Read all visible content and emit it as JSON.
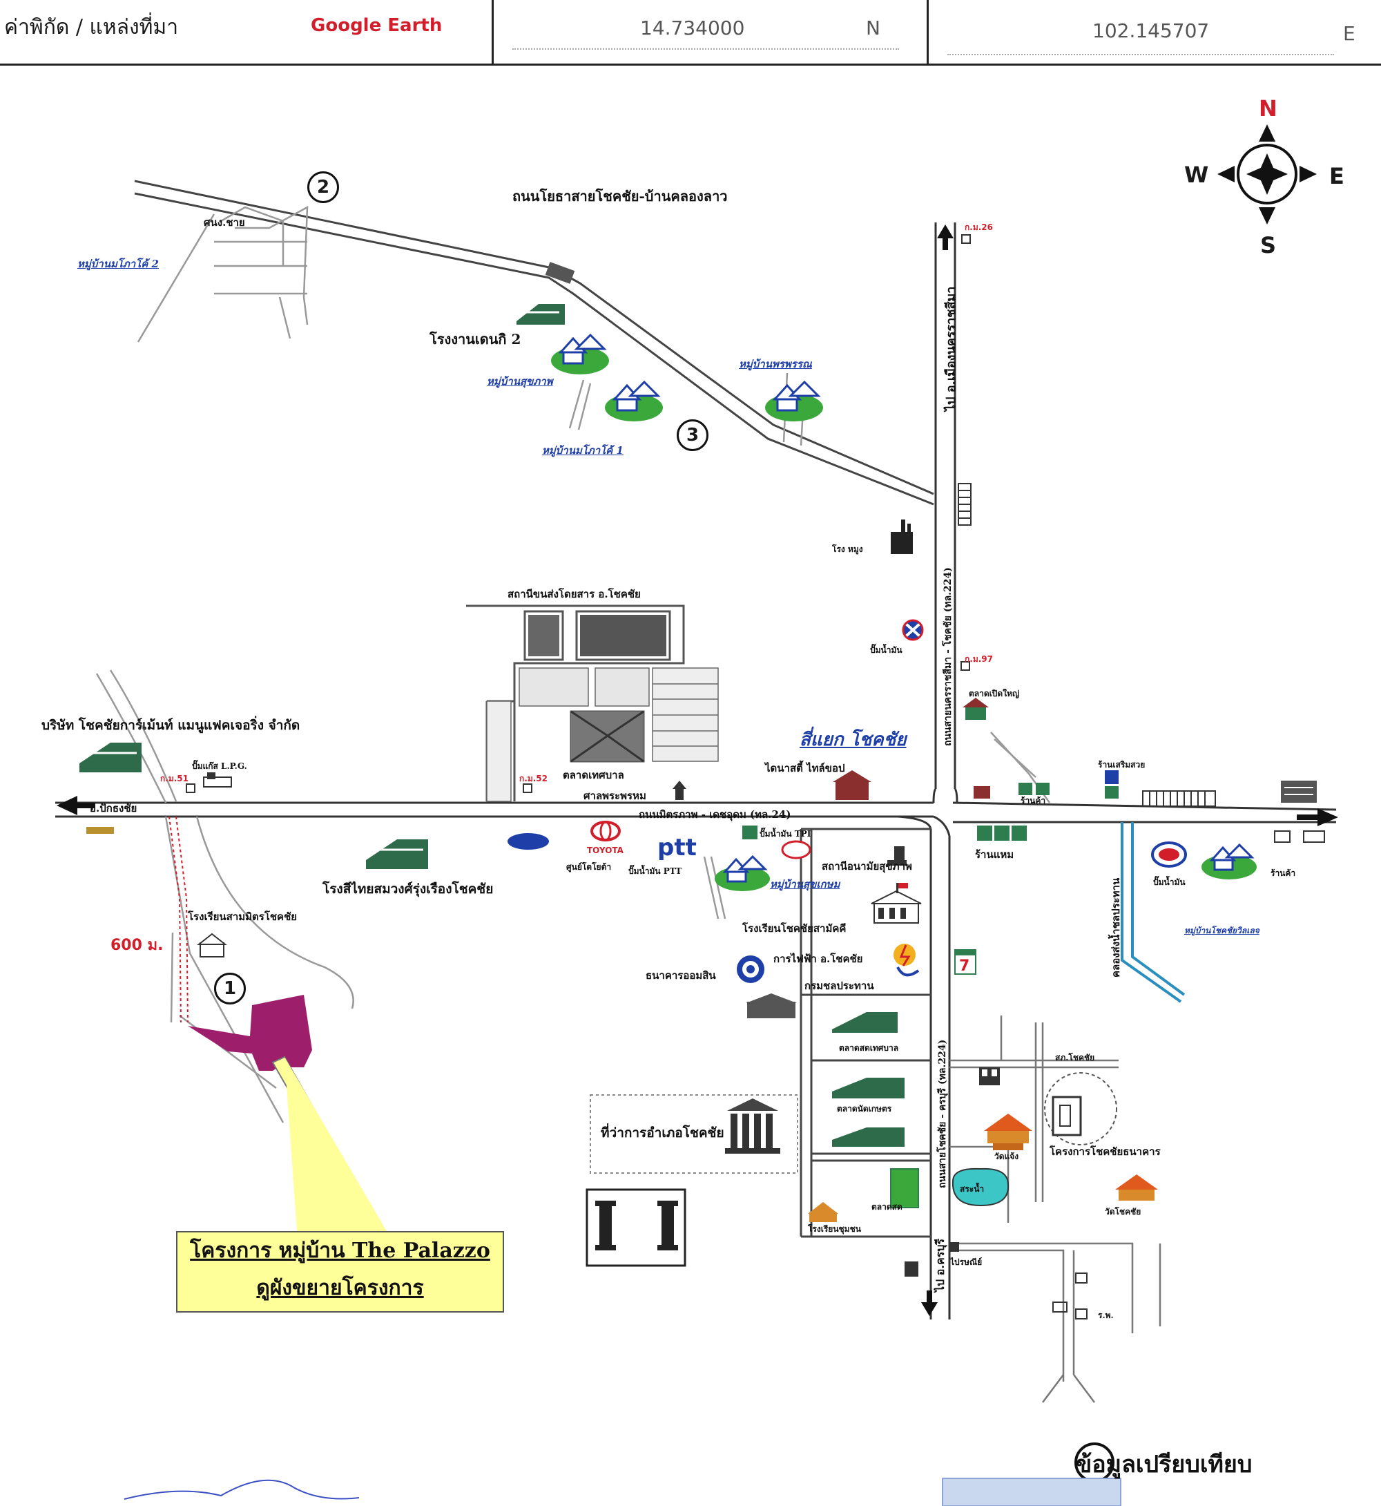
{
  "header": {
    "coord_label": "ค่าพิกัด / แหล่งที่มา",
    "source": "Google Earth",
    "latitude": "14.734000",
    "lat_dir": "N",
    "longitude": "102.145707",
    "lon_dir": "E"
  },
  "compass": {
    "n": "N",
    "s": "S",
    "w": "W",
    "e": "E"
  },
  "markers": [
    "1",
    "2",
    "3"
  ],
  "places": {
    "village_mapro2": "หมู่บ้านมโภาโค้ 2",
    "sanong_chai": "ศนง.ชาย",
    "road_north": "ถนนโยธาสายโชคชัย-บ้านคลองลาว",
    "factory_denki": "โรงงานเดนกิ 2",
    "village_sukapap": "หมู่บ้านสุขภาพ",
    "village_mapro1": "หมู่บ้านมโภาโค้ 1",
    "village_pornpan": "หมู่บ้านพรพรรณ",
    "km26": "ก.ม.26",
    "road_to_korat": "ไป อ.เมืองนครราชสีมา",
    "factory_small": "โรง หมูง",
    "road_vertical_mid": "ถนนสายนครราชสีมา - โชคชัย (ทล.224)",
    "km97": "ก.ม.97",
    "pump_station": "ปั๊มน้ำมัน",
    "market_big": "ตลาดเปิดใหญ่",
    "student_dorm": "สถานีขนส่งโดยสาร อ.โชคชัย",
    "intersection": "สี่แยก โชคชัย",
    "tiles": "ไดนาสตี้ ไทล์ขอป",
    "company_garment": "บริษัท โชคชัยการ์เม้นท์ แมนูแฟคเจอริ่ง จำกัด",
    "gas_lpg": "ปั๊มแก๊ส L.P.G.",
    "km51": "ก.ม.51",
    "km52": "ก.ม.52",
    "municipal_market": "ตลาดเทศบาล",
    "phra_shrine": "ศาลพระพรหม",
    "west_road": "อ.ปักธงชัย",
    "main_road": "ถนนมิตรภาพ - เดชอุดม (ทล.24)",
    "toyota": "ศูนย์โตโยต้า",
    "toyota_brand": "TOYOTA",
    "ptt": "ptt",
    "pump_ptt": "ปั๊มน้ำมัน PTT",
    "tpi": "ปั๊มน้ำมัน TPI",
    "factory_rungrueang": "โรงสีไทยสมวงศ์รุ่งเรืองโชคชัย",
    "school_mittra": "โรงเรียนสามมิตรโชคชัย",
    "distance": "600 ม.",
    "village_sukkasem": "หมู่บ้านสุขเกษม",
    "health_station": "สถานีอนามัยสุขภาพ",
    "school_chokchai": "โรงเรียนโชคชัยสามัคคี",
    "electric": "การไฟฟ้า อ.โชคชัย",
    "bank": "ธนาคารออมสิน",
    "ditch": "คลองส่งน้ำชลประทาน",
    "restaurant": "ร้านแหม",
    "village_chokchai": "หมู่บ้านโชคชัยวิลเลจ",
    "esso": "ปั๊มน้ำมัน",
    "local_shop": "ร้านค้า",
    "district_office": "ที่ว่าการอำเภอโชคชัย",
    "road_south": "ถนนสายโชคชัย - ครบุรี (ทล.224)",
    "to_khonburi": "ไป อ.ครบุรี",
    "chokchai_project": "โครงการโชคชัยธนาคาร",
    "temple1": "วัดแจ้ง",
    "temple2": "วัดโชคชัย",
    "pond": "สระน้ำ",
    "fresh_market": "ตลาดสด",
    "police": "สภ.โชคชัย",
    "post": "ไปรษณีย์",
    "hospital": "ร.พ.",
    "gov_office": "กรมชลประทาน",
    "school_sm": "โรงเรียนชุมชน",
    "shop1": "ร้านค้า",
    "warehouse1": "ตลาดสดเทศบาล",
    "warehouse2": "ตลาดนัดเกษตร",
    "cultural": "ร้านเสริมสวย"
  },
  "callout": {
    "line1": "โครงการ หมู่บ้าน The Palazzo",
    "line2": "ดูผังขยายโครงการ"
  },
  "legend": {
    "label": "ข้อมูลเปรียบเทียบ"
  },
  "colors": {
    "site": "#9d1f6b",
    "callout": "#ffff99",
    "red_label": "#d21e2b",
    "village_text": "#1f3fa8",
    "building_green": "#2e7d4f",
    "village_blob": "#3aa83a",
    "canal": "#2a8fbf"
  }
}
